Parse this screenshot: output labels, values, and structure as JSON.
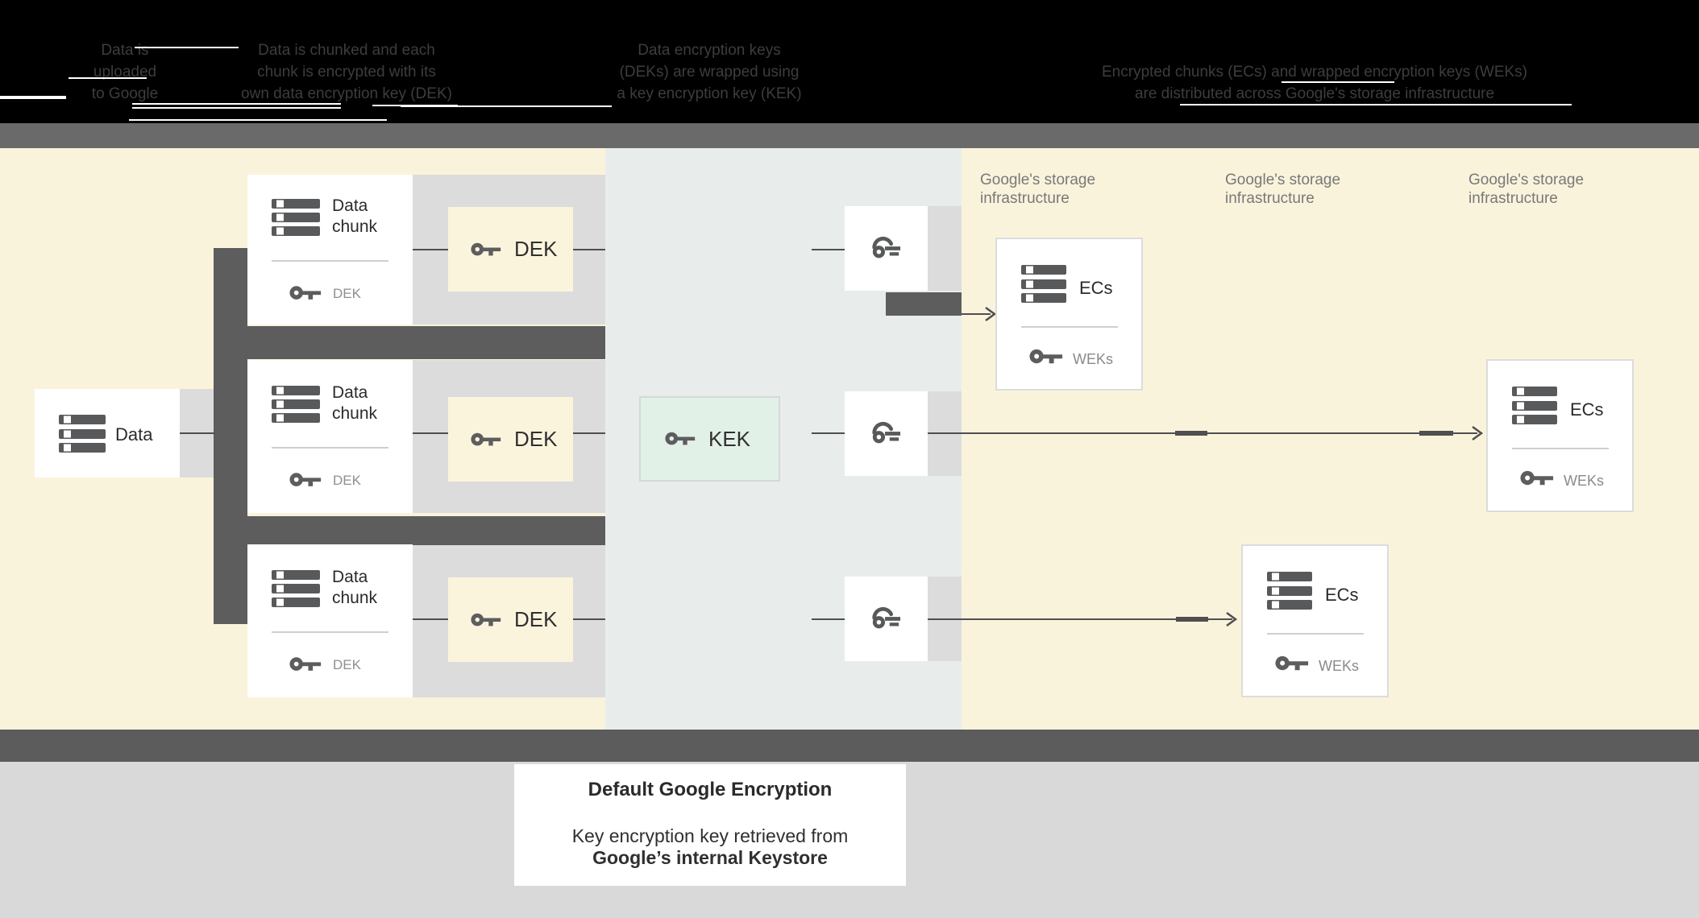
{
  "header_steps": [
    {
      "lines": [
        "Data is",
        "uploaded",
        "to Google"
      ]
    },
    {
      "lines": [
        "Data is chunked and each",
        "chunk is encrypted with its",
        "own data encryption key (DEK)"
      ]
    },
    {
      "lines": [
        "Data encryption keys",
        "(DEKs) are wrapped using",
        "a key encryption key (KEK)"
      ]
    },
    {
      "lines": [
        "Encrypted chunks (ECs) and wrapped encryption keys (WEKs)",
        "are distributed across Google's storage infrastructure"
      ]
    }
  ],
  "diagram": {
    "data_box": {
      "label": "Data"
    },
    "chunk_boxes": [
      {
        "label": "Data chunk",
        "key_label": "DEK"
      },
      {
        "label": "Data chunk",
        "key_label": "DEK"
      },
      {
        "label": "Data chunk",
        "key_label": "DEK"
      }
    ],
    "dek_boxes": [
      {
        "label": "DEK"
      },
      {
        "label": "DEK"
      },
      {
        "label": "DEK"
      }
    ],
    "kek_box": {
      "label": "KEK"
    },
    "storage_headers": [
      {
        "line1": "Google's storage",
        "line2": "infrastructure"
      },
      {
        "line1": "Google's storage",
        "line2": "infrastructure"
      },
      {
        "line1": "Google's storage",
        "line2": "infrastructure"
      }
    ],
    "ec_boxes": [
      {
        "label": "ECs",
        "key_label": "WEKs"
      },
      {
        "label": "ECs",
        "key_label": "WEKs"
      },
      {
        "label": "ECs",
        "key_label": "WEKs"
      }
    ]
  },
  "caption": {
    "title": "Default Google Encryption",
    "body_line1": "Key encryption key retrieved from",
    "body_line2": "Google’s internal Keystore"
  },
  "colors": {
    "cream": "#faf3dc",
    "panel_blue_gray": "#e8edec",
    "row_band_gray": "#dcdcdc",
    "connector_dark_gray": "#5d5d5e",
    "mint_kek": "#e2f1e8",
    "header_band_black": "#000000",
    "top_strip_gray": "#6a6a6a",
    "bottom_strip_gray": "#5c5c5c",
    "footer_gray": "#d9d9d9",
    "text_dark": "#2b2b2b",
    "text_muted": "#8f8f8f",
    "storage_header_gray": "#787878"
  }
}
